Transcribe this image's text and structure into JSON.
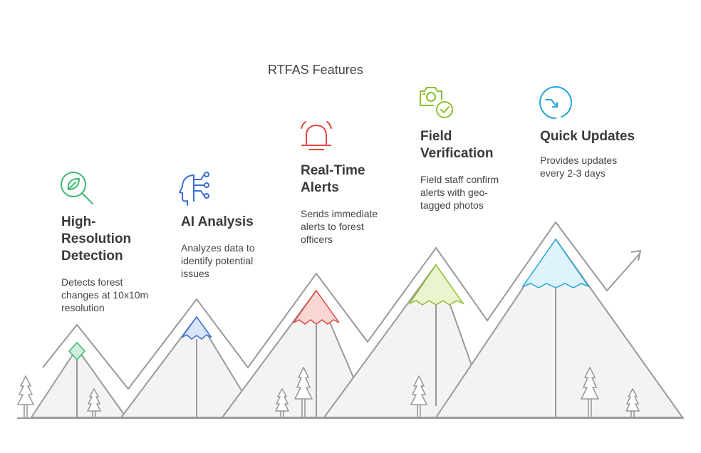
{
  "title": "RTFAS Features",
  "features": [
    {
      "name": "High-Resolution Detection",
      "title_lines": [
        "High-",
        "Resolution",
        "Detection"
      ],
      "desc_lines": [
        "Detects forest",
        "changes at 10x10m",
        "resolution"
      ],
      "color": "#3dba6f",
      "icon": "leaf-magnifier-icon"
    },
    {
      "name": "AI Analysis",
      "title_lines": [
        "AI Analysis"
      ],
      "desc_lines": [
        "Analyzes data to",
        "identify potential",
        "issues"
      ],
      "color": "#3b6fd6",
      "icon": "ai-head-icon"
    },
    {
      "name": "Real-Time Alerts",
      "title_lines": [
        "Real-Time",
        "Alerts"
      ],
      "desc_lines": [
        "Sends immediate",
        "alerts to forest",
        "officers"
      ],
      "color": "#e0473e",
      "icon": "alarm-bell-icon"
    },
    {
      "name": "Field Verification",
      "title_lines": [
        "Field",
        "Verification"
      ],
      "desc_lines": [
        "Field staff confirm",
        "alerts with geo-",
        "tagged photos"
      ],
      "color": "#8cbf2f",
      "icon": "camera-check-icon"
    },
    {
      "name": "Quick Updates",
      "title_lines": [
        "Quick Updates"
      ],
      "desc_lines": [
        "Provides updates",
        "every 2-3 days"
      ],
      "color": "#27a6d8",
      "icon": "clock-arrow-icon"
    }
  ]
}
